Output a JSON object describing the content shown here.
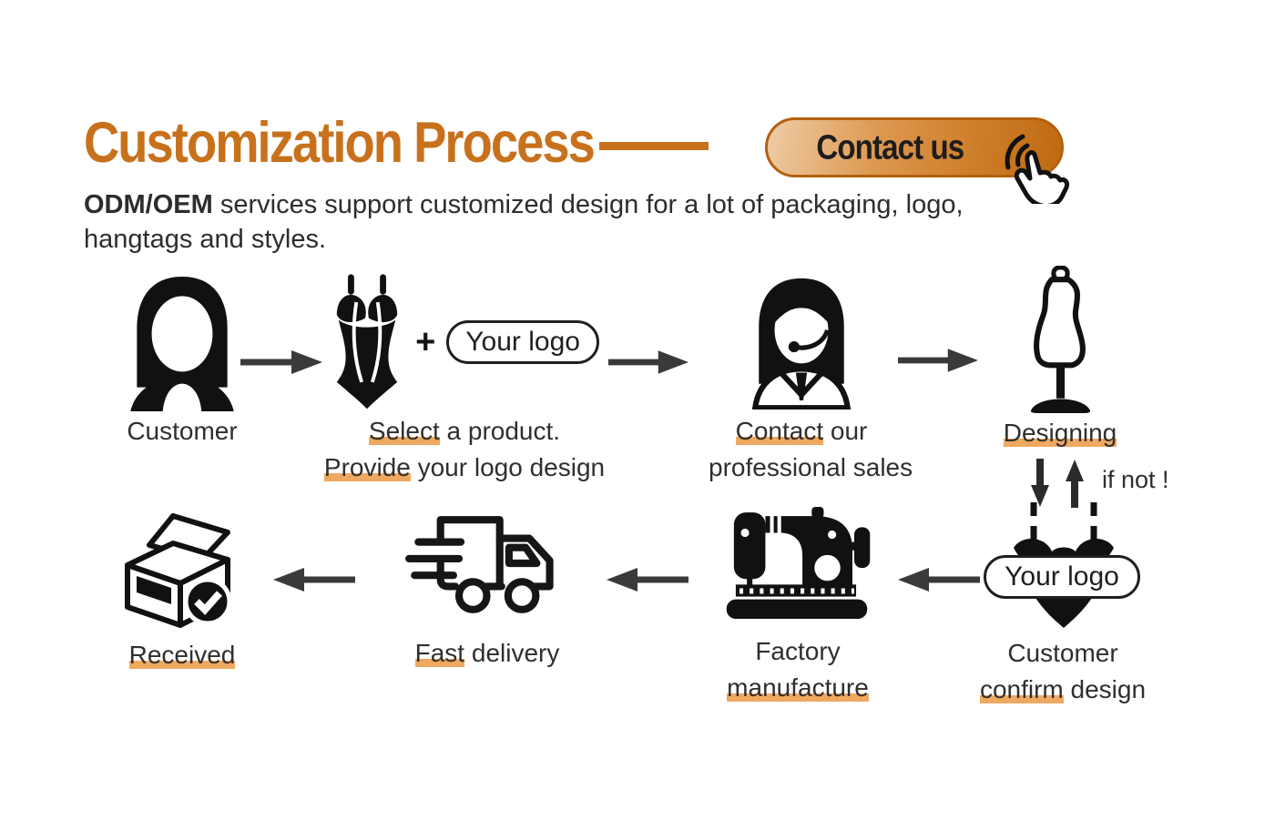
{
  "header": {
    "title": "Customization Process",
    "contact_button": "Contact us",
    "subtitle_bold": "ODM/OEM",
    "subtitle_line1_rest": " services support customized design for a lot of packaging, logo,",
    "subtitle_line2": "hangtags and styles."
  },
  "colors": {
    "accent": "#C8711C",
    "highlight": "#EFA860",
    "arrow": "#3A3A3A",
    "button_border": "#B4600E",
    "button_gradient": [
      "#EECCA5",
      "#DD9850",
      "#BF6A12"
    ],
    "text": "#2F2F2F"
  },
  "icons": [
    "customer-woman-icon",
    "swimsuit-icon",
    "support-agent-icon",
    "mannequin-icon",
    "bikini-icon",
    "sewing-machine-icon",
    "delivery-truck-icon",
    "open-box-check-icon",
    "click-hand-icon",
    "arrow-right-icon",
    "arrow-left-icon",
    "arrow-down-icon",
    "arrow-up-icon"
  ],
  "steps": {
    "customer": {
      "line1": {
        "hl": "",
        "rest": "Customer"
      }
    },
    "select": {
      "plus": "+",
      "logo_pill": "Your logo",
      "line1": {
        "hl": "Select",
        "rest": " a product."
      },
      "line2": {
        "hl": "Provide",
        "rest": " your logo design"
      }
    },
    "sales": {
      "line1": {
        "hl": "Contact",
        "rest": " our"
      },
      "line2": {
        "hl": "",
        "rest": "professional sales"
      }
    },
    "designing": {
      "line1": {
        "hl": "Designing",
        "rest": ""
      }
    },
    "confirm": {
      "logo_pill": "Your logo",
      "line1": {
        "hl": "",
        "rest": "Customer"
      },
      "line2": {
        "hl": "confirm",
        "rest": " design"
      }
    },
    "factory": {
      "line1": {
        "hl": "",
        "rest": "Factory"
      },
      "line2": {
        "hl": "manufacture",
        "rest": ""
      }
    },
    "delivery": {
      "line1": {
        "hl": "Fast",
        "rest": " delivery"
      }
    },
    "received": {
      "line1": {
        "hl": "Received",
        "rest": ""
      }
    }
  },
  "flow": {
    "if_not": "if not !"
  }
}
